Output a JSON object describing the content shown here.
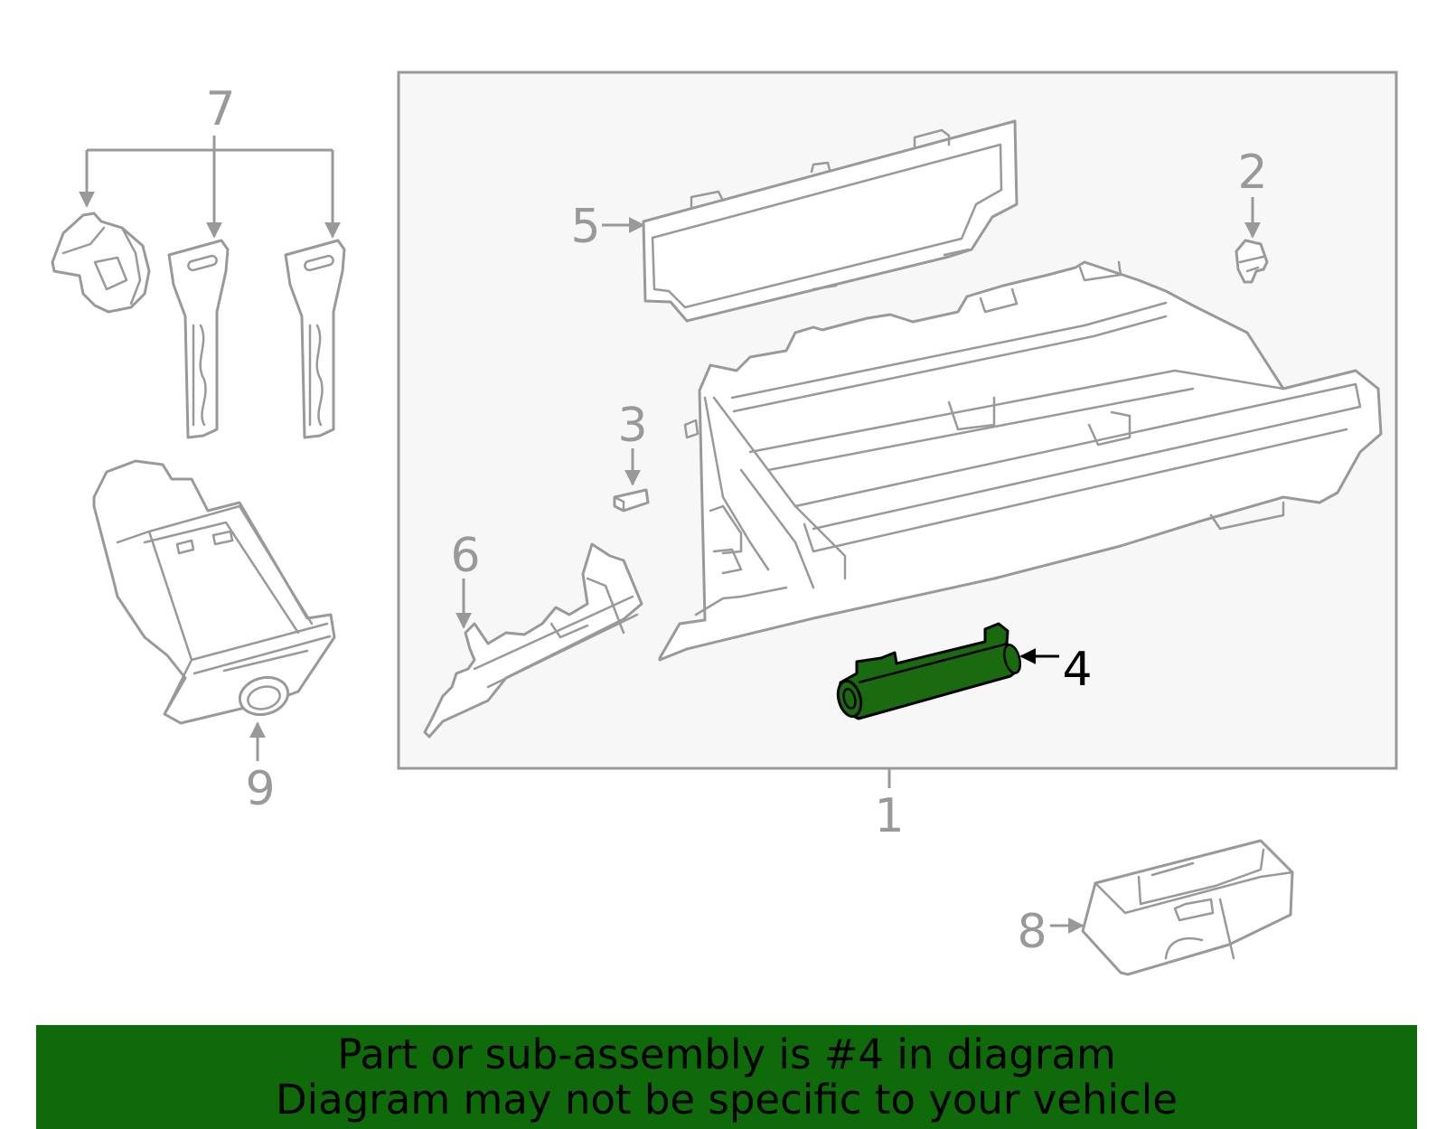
{
  "callouts": {
    "c1": "1",
    "c2": "2",
    "c3": "3",
    "c4": "4",
    "c5": "5",
    "c6": "6",
    "c7": "7",
    "c8": "8",
    "c9": "9"
  },
  "highlighted_part": "4",
  "colors": {
    "highlight_fill": "#1a6b10",
    "banner_background": "#0f6b0a",
    "line_art": "#999999"
  },
  "banner": {
    "line1": "Part or sub-assembly is #4 in diagram",
    "line2": "Diagram may not be specific to your vehicle"
  }
}
